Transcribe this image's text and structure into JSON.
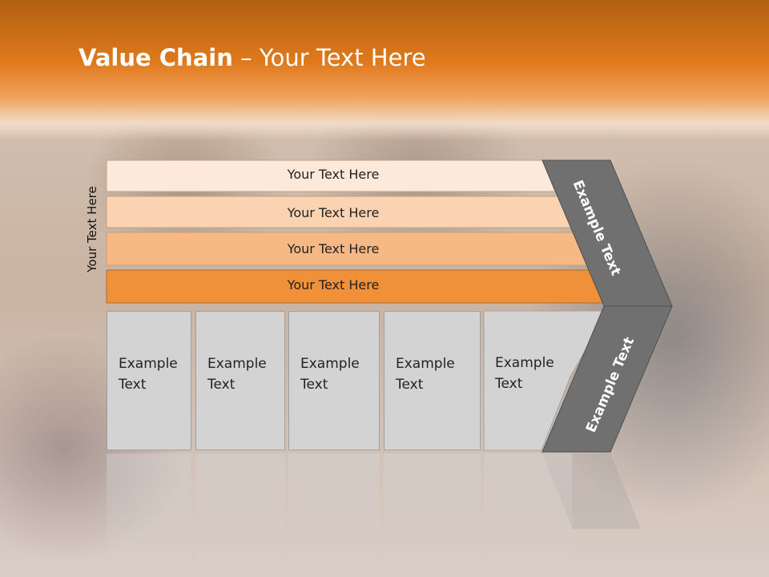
{
  "slide": {
    "title_bold": "Value Chain",
    "title_rest": " – Your Text Here",
    "side_label": "Your Text Here",
    "bars": [
      "Your Text Here",
      "Your Text Here",
      "Your Text Here",
      "Your Text Here"
    ],
    "boxes": [
      {
        "line1": "Example",
        "line2": "Text"
      },
      {
        "line1": "Example",
        "line2": "Text"
      },
      {
        "line1": "Example",
        "line2": "Text"
      },
      {
        "line1": "Example",
        "line2": "Text"
      },
      {
        "line1": "Example",
        "line2": "Text"
      }
    ],
    "arrow_top_text": "Example Text",
    "arrow_bottom_text": "Example Text"
  },
  "colors": {
    "header_orange": "#e07a1c",
    "bar1": "#fce9d9",
    "bar2": "#fad3b2",
    "bar3": "#f6b985",
    "bar4": "#f09139",
    "box_gray": "#d3d3d3",
    "arrow_gray": "#707070"
  }
}
